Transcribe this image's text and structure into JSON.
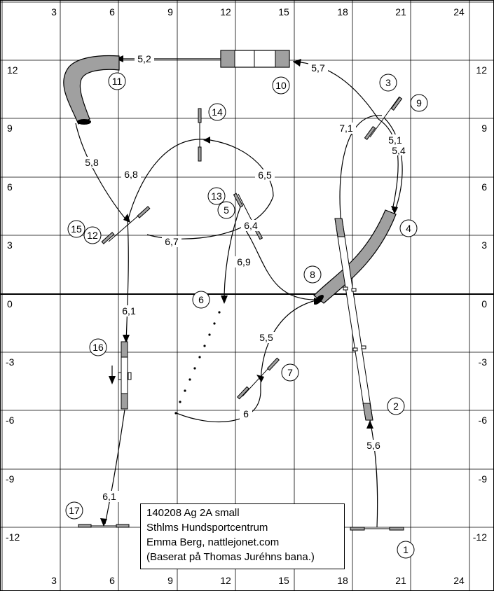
{
  "x_axis_labels": [
    "3",
    "6",
    "9",
    "12",
    "15",
    "18",
    "21",
    "24"
  ],
  "y_axis_labels": [
    "12",
    "9",
    "6",
    "3",
    "0",
    "-3",
    "-6",
    "-9",
    "-12"
  ],
  "obstacle_numbers": [
    "1",
    "2",
    "3",
    "4",
    "5",
    "6",
    "7",
    "8",
    "9",
    "10",
    "11",
    "12",
    "13",
    "14",
    "15",
    "16",
    "17"
  ],
  "distances": [
    "5,6",
    "5,2",
    "5,7",
    "7,1",
    "5,1",
    "5,4",
    "5,8",
    "6,8",
    "6,5",
    "6,4",
    "6,7",
    "6,9",
    "5,5",
    "6",
    "6,1",
    "6,1"
  ],
  "info": {
    "line1": "140208 Ag 2A small",
    "line2": "Sthlms Hundsportcentrum",
    "line3": "Emma Berg, nattlejonet.com",
    "line4": "(Baserat på Thomas Juréhns bana.)"
  },
  "colors": {
    "grid": "#000000",
    "obstacle_fill": "#a0a0a0",
    "line": "#000000",
    "background": "#ffffff"
  }
}
